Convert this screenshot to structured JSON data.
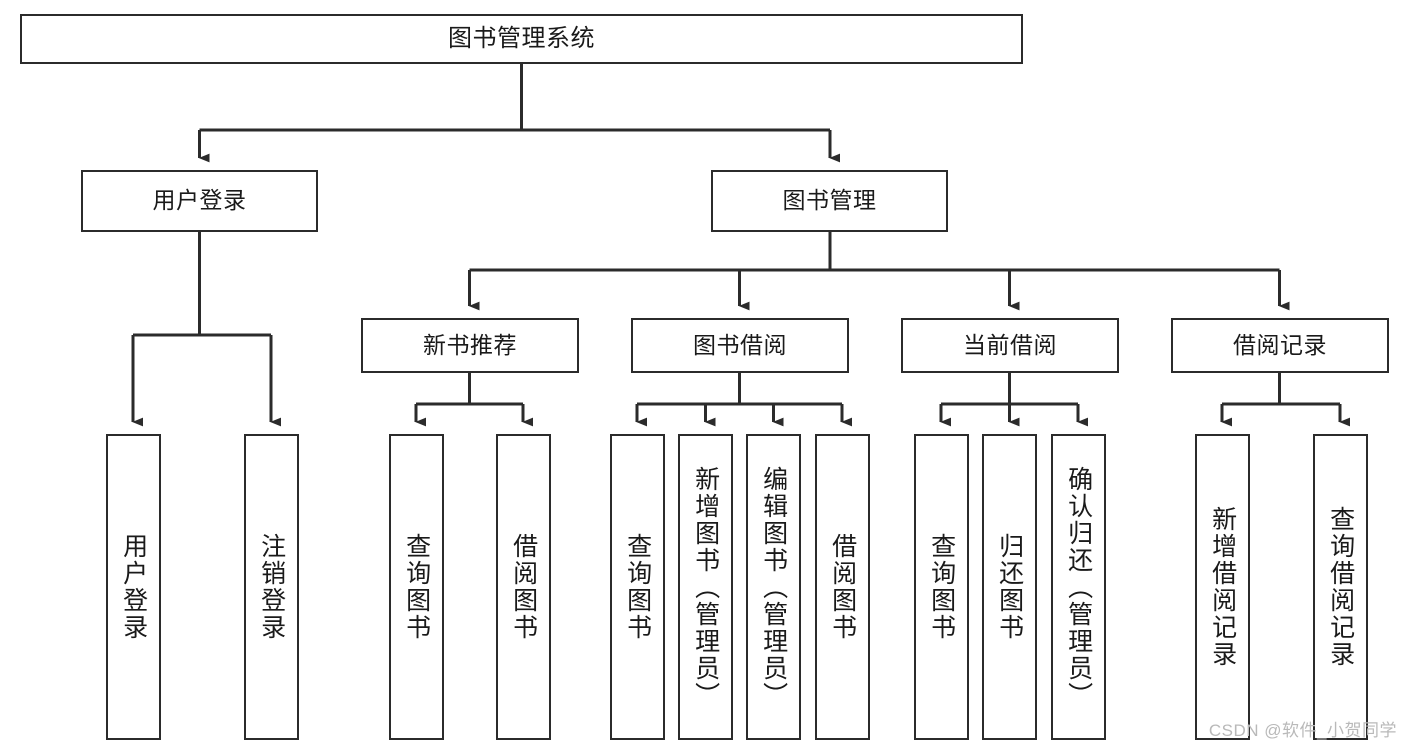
{
  "diagram": {
    "type": "tree",
    "title": "图书管理系统",
    "stroke_color": "#2b2b2b",
    "fill_color": "#ffffff",
    "text_color": "#1a1a1a",
    "nodes": {
      "root": {
        "label": "图书管理系统"
      },
      "l2": [
        {
          "id": "user-login",
          "label": "用户登录"
        },
        {
          "id": "book-manage",
          "label": "图书管理"
        }
      ],
      "l3": [
        {
          "id": "new-book-rec",
          "label": "新书推荐"
        },
        {
          "id": "book-borrow",
          "label": "图书借阅"
        },
        {
          "id": "current-borrow",
          "label": "当前借阅"
        },
        {
          "id": "borrow-record",
          "label": "借阅记录"
        }
      ],
      "l4": [
        {
          "id": "leaf-user-login",
          "label": "用户登录"
        },
        {
          "id": "leaf-logout-login",
          "label": "注销登录"
        },
        {
          "id": "leaf-query-book-1",
          "label": "查询图书"
        },
        {
          "id": "leaf-borrow-book-1",
          "label": "借阅图书"
        },
        {
          "id": "leaf-query-book-2",
          "label": "查询图书"
        },
        {
          "id": "leaf-add-book-admin",
          "label": "新增图书（管理员）"
        },
        {
          "id": "leaf-edit-book-admin",
          "label": "编辑图书（管理员）"
        },
        {
          "id": "leaf-borrow-book-2",
          "label": "借阅图书"
        },
        {
          "id": "leaf-query-book-3",
          "label": "查询图书"
        },
        {
          "id": "leaf-return-book",
          "label": "归还图书"
        },
        {
          "id": "leaf-confirm-return-admin",
          "label": "确认归还（管理员）"
        },
        {
          "id": "leaf-add-borrow-record",
          "label": "新增借阅记录"
        },
        {
          "id": "leaf-query-borrow-record",
          "label": "查询借阅记录"
        }
      ]
    }
  },
  "watermark": {
    "text": "CSDN @软件_小贺同学"
  }
}
